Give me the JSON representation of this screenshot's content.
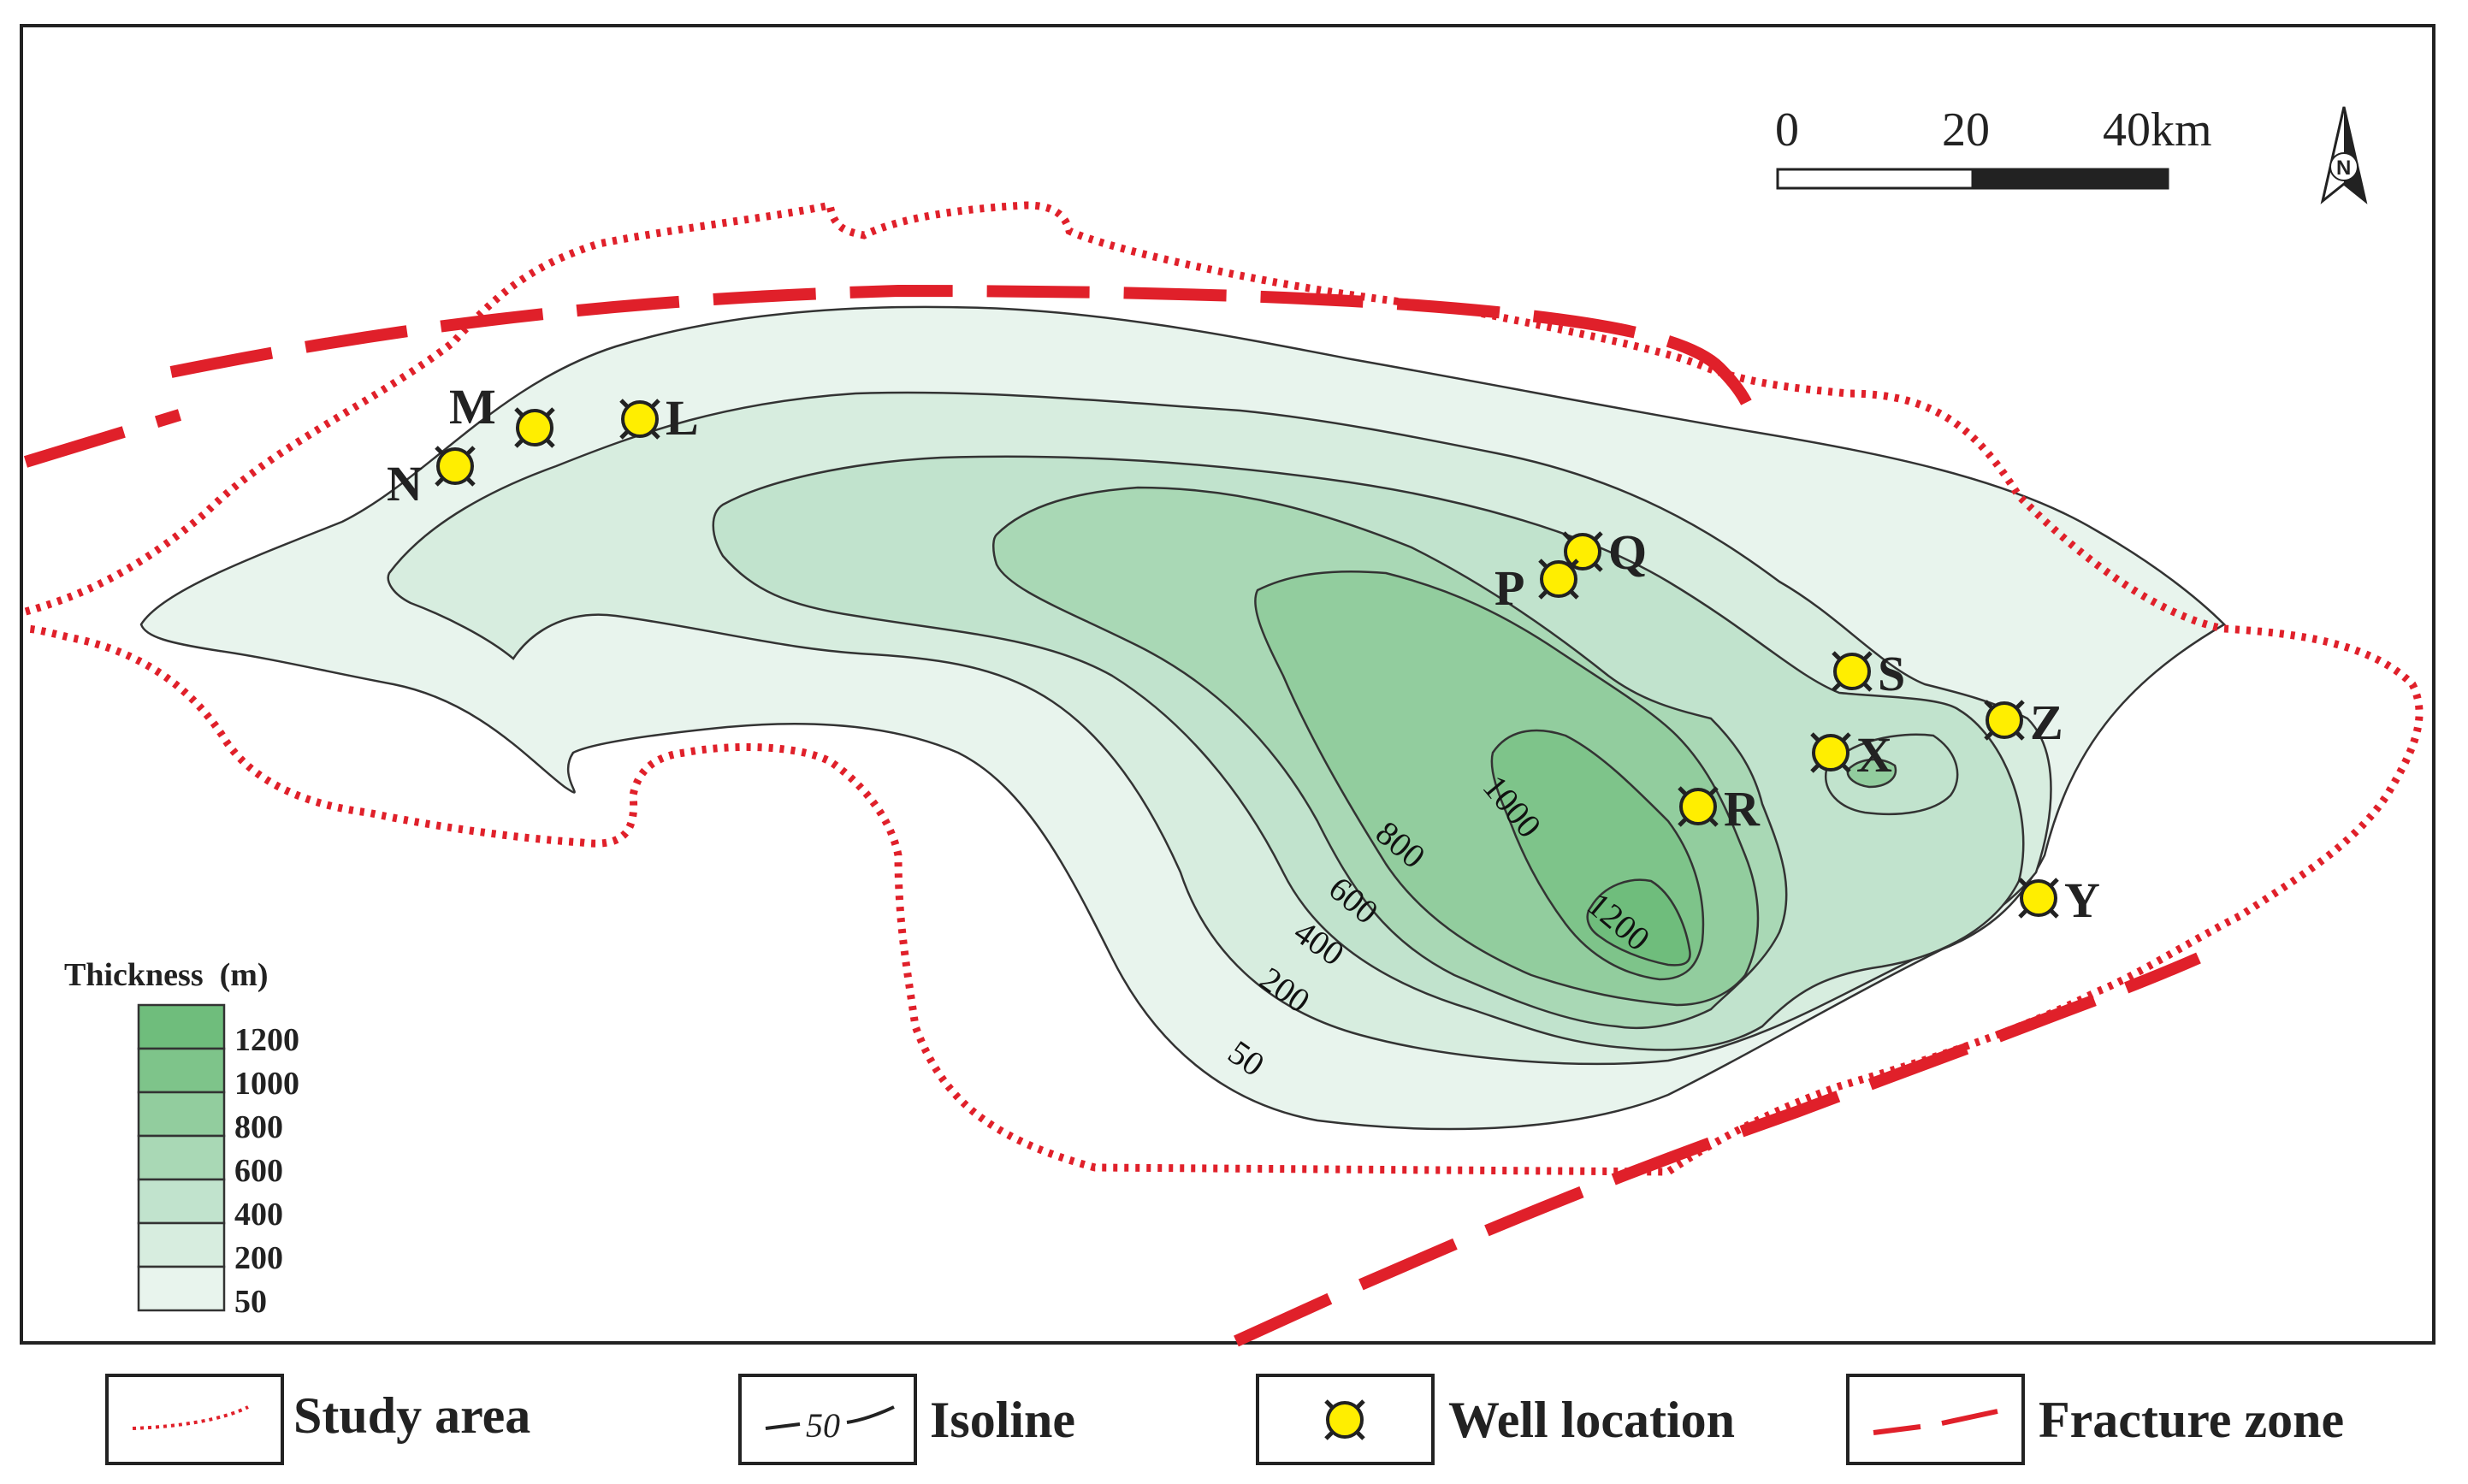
{
  "scale_bar": {
    "tick_0": "0",
    "tick_20": "20",
    "tick_40": "40km"
  },
  "north_arrow": {
    "label": "N"
  },
  "legend": {
    "title": "Thickness  (m)",
    "classes": [
      {
        "label": "1200",
        "color": "#6fbd7c"
      },
      {
        "label": "1000",
        "color": "#7ec48a"
      },
      {
        "label": "800",
        "color": "#92cd9e"
      },
      {
        "label": "600",
        "color": "#a9d8b5"
      },
      {
        "label": "400",
        "color": "#c1e3cd"
      },
      {
        "label": "200",
        "color": "#d7eddf"
      },
      {
        "label": "50",
        "color": "#e8f4ed"
      }
    ]
  },
  "isolines": {
    "labels": [
      "50",
      "200",
      "400",
      "600",
      "800",
      "1000",
      "1200"
    ]
  },
  "wells": [
    {
      "name": "M"
    },
    {
      "name": "L"
    },
    {
      "name": "N"
    },
    {
      "name": "Q"
    },
    {
      "name": "P"
    },
    {
      "name": "S"
    },
    {
      "name": "Z"
    },
    {
      "name": "X"
    },
    {
      "name": "R"
    },
    {
      "name": "Y"
    }
  ],
  "key": {
    "study_area": "Study area",
    "isoline": "Isoline",
    "isoline_sample": "50",
    "well_location": "Well location",
    "fracture_zone": "Fracture zone"
  },
  "colors": {
    "study_area_line": "#e0202a",
    "fracture_line": "#e0202a",
    "well_fill": "#ffee00",
    "frame": "#222222"
  }
}
